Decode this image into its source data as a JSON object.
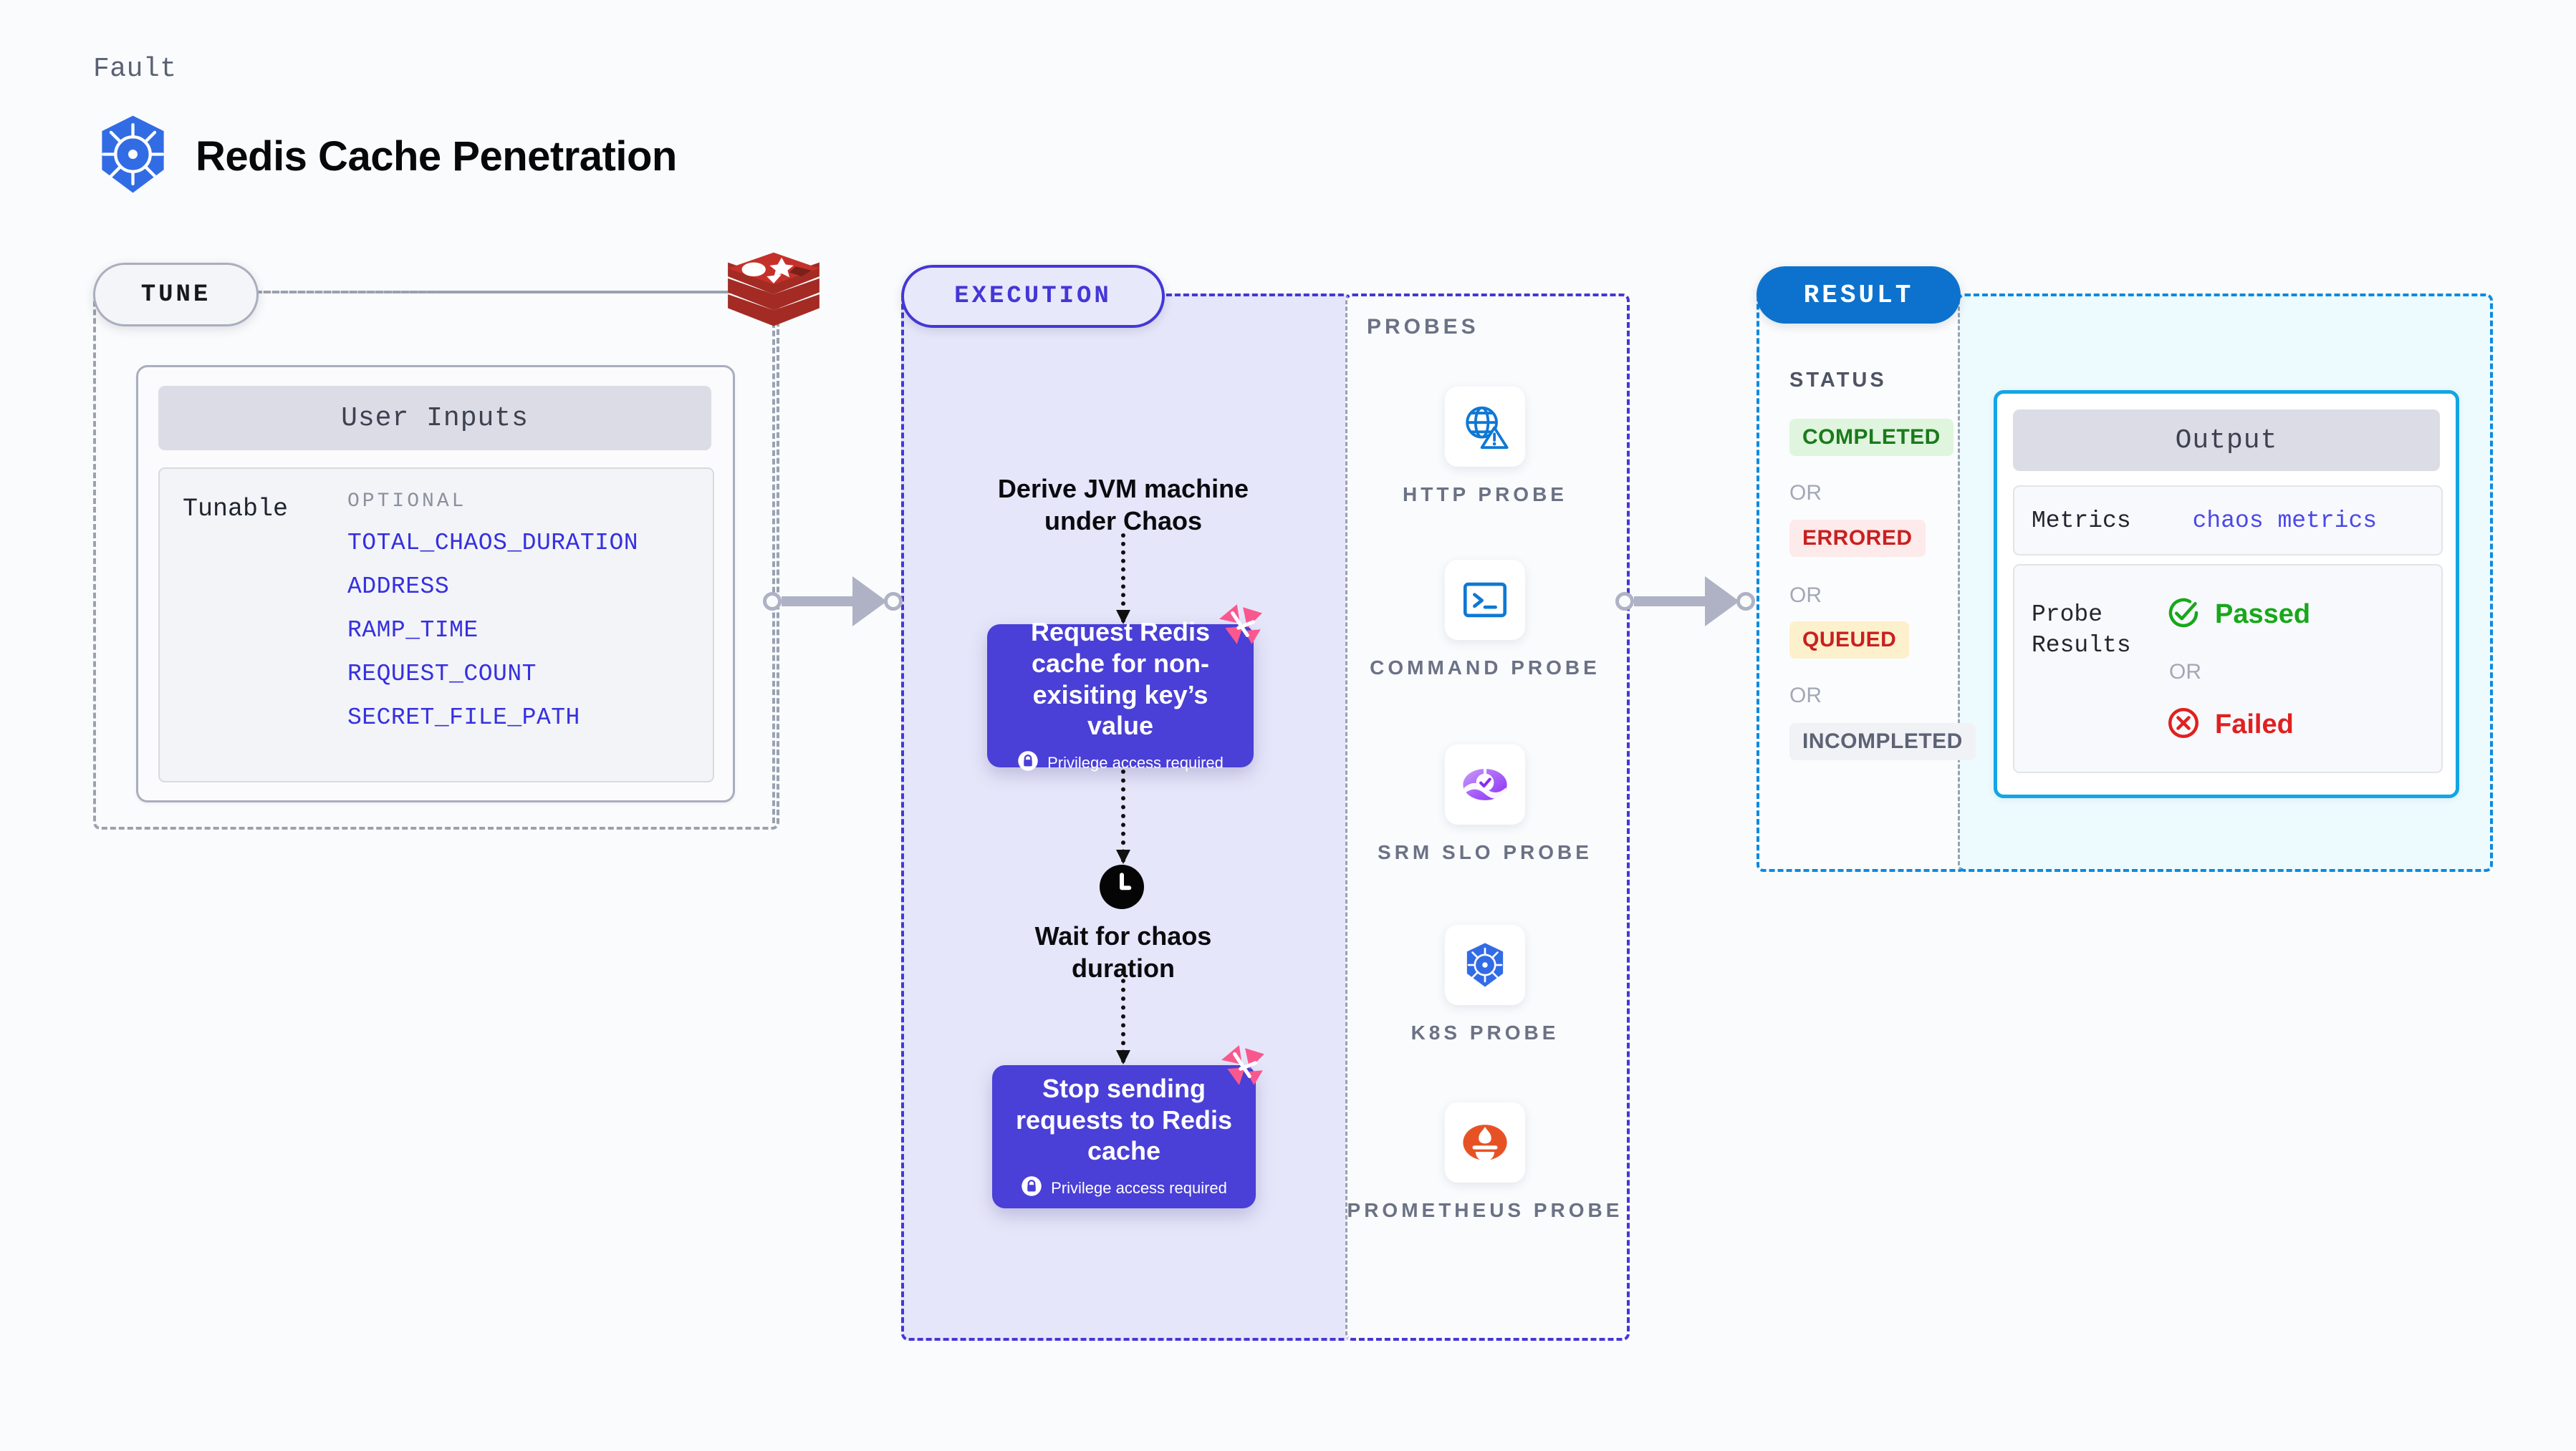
{
  "header": {
    "eyebrow": "Fault",
    "title": "Redis Cache Penetration",
    "logo_icon": "kubernetes-icon"
  },
  "tune": {
    "badge": "TUNE",
    "source_icon": "redis-logo-icon",
    "card": {
      "header": "User Inputs",
      "group_label": "Tunable",
      "optional_label": "OPTIONAL",
      "items": [
        "TOTAL_CHAOS_DURATION",
        "ADDRESS",
        "RAMP_TIME",
        "REQUEST_COUNT",
        "SECRET_FILE_PATH"
      ]
    }
  },
  "execution": {
    "badge": "EXECUTION",
    "steps": [
      {
        "type": "caption",
        "text": "Derive JVM machine under Chaos"
      },
      {
        "type": "action",
        "text": "Request Redis cache for non-exisiting key’s value",
        "note": "Privilege access required",
        "note_icon": "lock-icon",
        "corner_icon": "harness-flag-icon"
      },
      {
        "type": "caption",
        "text": "Wait for chaos duration",
        "icon": "clock-icon"
      },
      {
        "type": "action",
        "text": "Stop sending requests to Redis cache",
        "note": "Privilege access required",
        "note_icon": "lock-icon",
        "corner_icon": "harness-flag-icon"
      }
    ]
  },
  "probes": {
    "label": "PROBES",
    "items": [
      {
        "name": "HTTP PROBE",
        "icon": "globe-warning-icon"
      },
      {
        "name": "COMMAND PROBE",
        "icon": "terminal-icon"
      },
      {
        "name": "SRM SLO PROBE",
        "icon": "srm-slo-icon"
      },
      {
        "name": "K8S PROBE",
        "icon": "kubernetes-icon"
      },
      {
        "name": "PROMETHEUS PROBE",
        "icon": "prometheus-icon"
      }
    ]
  },
  "result": {
    "badge": "RESULT",
    "status_label": "STATUS",
    "or_label": "OR",
    "statuses": [
      {
        "label": "COMPLETED",
        "bg": "#dff5de",
        "fg": "#1b7a1b"
      },
      {
        "label": "ERRORED",
        "bg": "#fdeaea",
        "fg": "#c92020"
      },
      {
        "label": "QUEUED",
        "bg": "#fdf0cc",
        "fg": "#c92020"
      },
      {
        "label": "INCOMPLETED",
        "bg": "#f1f2f6",
        "fg": "#5d6375"
      }
    ]
  },
  "output": {
    "header": "Output",
    "metrics_label": "Metrics",
    "metrics_value": "chaos metrics",
    "probe_results_label": "Probe\nResults",
    "or_label": "OR",
    "passed_label": "Passed",
    "failed_label": "Failed",
    "passed_icon": "check-circle-icon",
    "failed_icon": "x-circle-icon"
  },
  "colors": {
    "accent_purple": "#4437d6",
    "accent_blue": "#0d72ce",
    "accent_cyan": "#13a5e4",
    "neutral_border": "#9aa1b0",
    "pink": "#f9588f",
    "redis_red": "#b3332c"
  }
}
